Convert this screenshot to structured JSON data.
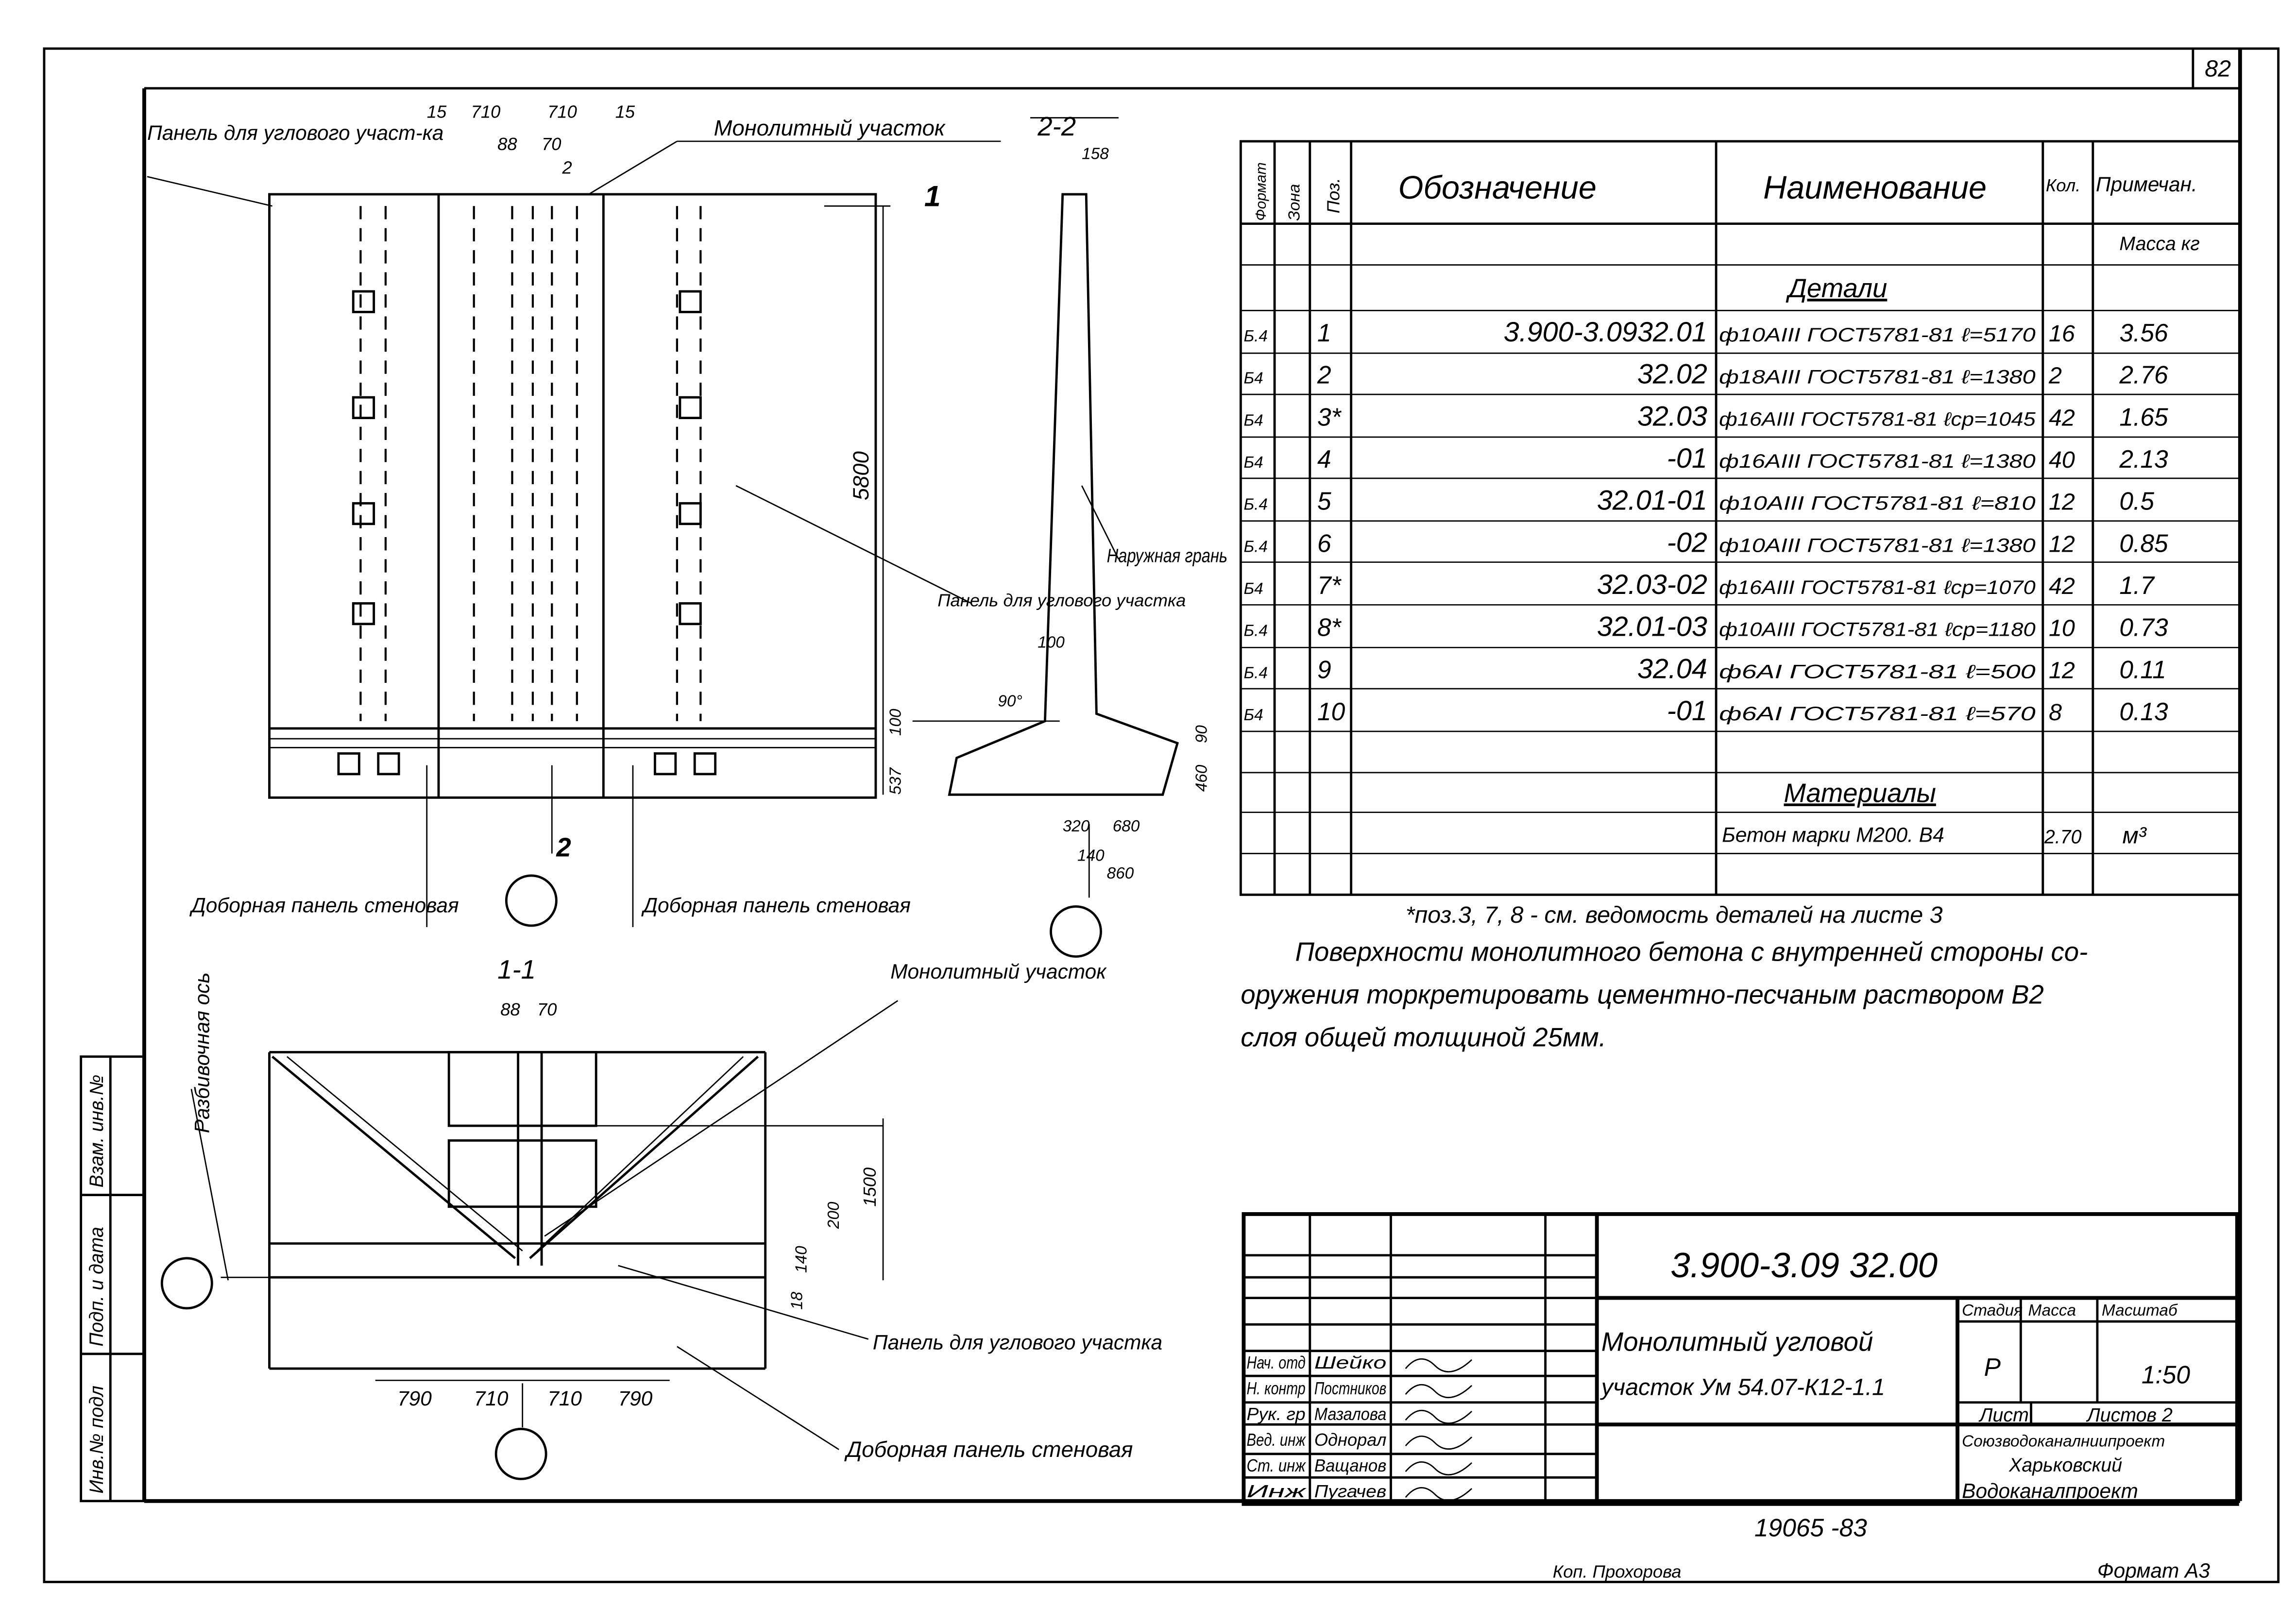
{
  "sheet_number": "82",
  "drawing": {
    "plan_labels": {
      "corner_panel": "Панель для углового участ-ка",
      "section_mark_1": "1",
      "monolithic": "Монолитный участок",
      "dims_top": [
        "15",
        "710",
        "710",
        "15"
      ],
      "dims_inner": [
        "88",
        "70"
      ],
      "dim_2": "2",
      "height_dim": "5800",
      "add_panel_left": "Доборная панель стеновая",
      "add_panel_right": "Доборная панель стеновая",
      "section_mark_2": "2"
    },
    "section_2_2": {
      "title": "2-2",
      "dim_top": "158",
      "outer_face": "Наружная грань",
      "corner_panel": "Панель для углового участка",
      "dim_100": "100",
      "angle": "90°",
      "dims_left": [
        "537",
        "100"
      ],
      "dims_right": [
        "90",
        "460"
      ],
      "dims_bottom": [
        "320",
        "680",
        "140",
        "860"
      ]
    },
    "section_1_1": {
      "title": "1-1",
      "dims_top": [
        "88",
        "70"
      ],
      "monolithic": "Монолитный участок",
      "axis": "Разбивочная ось",
      "dims_right": [
        "200",
        "1500",
        "140",
        "18"
      ],
      "corner_panel": "Панель для углового участка",
      "add_panel": "Доборная панель стеновая",
      "dims_bottom": [
        "790",
        "710",
        "710",
        "790"
      ]
    }
  },
  "spec_table": {
    "headers": [
      "Формат",
      "Зона",
      "Поз.",
      "Обозначение",
      "Наименование",
      "Кол.",
      "Примечан."
    ],
    "mass_unit": "Масса кг",
    "section_parts": "Детали",
    "rows": [
      {
        "format": "Б.4",
        "pos": "1",
        "designation": "3.900-3.0932.01",
        "name": "ф10АIII ГОСТ5781-81 ℓ=5170",
        "qty": "16",
        "note": "3.56"
      },
      {
        "format": "Б4",
        "pos": "2",
        "designation": "32.02",
        "name": "ф18АIII ГОСТ5781-81 ℓ=1380",
        "qty": "2",
        "note": "2.76"
      },
      {
        "format": "Б4",
        "pos": "3*",
        "designation": "32.03",
        "name": "ф16АIII ГОСТ5781-81 ℓср=1045",
        "qty": "42",
        "note": "1.65"
      },
      {
        "format": "Б4",
        "pos": "4",
        "designation": "-01",
        "name": "ф16АIII ГОСТ5781-81 ℓ=1380",
        "qty": "40",
        "note": "2.13"
      },
      {
        "format": "Б.4",
        "pos": "5",
        "designation": "32.01-01",
        "name": "ф10АIII ГОСТ5781-81 ℓ=810",
        "qty": "12",
        "note": "0.5"
      },
      {
        "format": "Б.4",
        "pos": "6",
        "designation": "-02",
        "name": "ф10АIII ГОСТ5781-81 ℓ=1380",
        "qty": "12",
        "note": "0.85"
      },
      {
        "format": "Б4",
        "pos": "7*",
        "designation": "32.03-02",
        "name": "ф16АIII ГОСТ5781-81 ℓср=1070",
        "qty": "42",
        "note": "1.7"
      },
      {
        "format": "Б.4",
        "pos": "8*",
        "designation": "32.01-03",
        "name": "ф10АIII ГОСТ5781-81 ℓср=1180",
        "qty": "10",
        "note": "0.73"
      },
      {
        "format": "Б.4",
        "pos": "9",
        "designation": "32.04",
        "name": "ф6АI ГОСТ5781-81 ℓ=500",
        "qty": "12",
        "note": "0.11"
      },
      {
        "format": "Б4",
        "pos": "10",
        "designation": "-01",
        "name": "ф6АI ГОСТ5781-81 ℓ=570",
        "qty": "8",
        "note": "0.13"
      }
    ],
    "section_materials": "Материалы",
    "material": {
      "name": "Бетон марки М200. В4",
      "qty": "2.70",
      "note": "м³"
    }
  },
  "notes": {
    "footnote": "*поз.3, 7, 8 - см. ведомость деталей на листе 3",
    "line1": "Поверхности монолитного бетона с внутренней стороны со-",
    "line2": "оружения торкретировать цементно-песчаным раствором В2",
    "line3": "слоя общей толщиной 25мм."
  },
  "title_block": {
    "code": "3.900-3.09 32.00",
    "title_line1": "Монолитный угловой",
    "title_line2": "участок Ум 54.07-К12-1.1",
    "stage_label": "Стадия",
    "mass_label": "Масса",
    "scale_label": "Масштаб",
    "stage": "Р",
    "scale": "1:50",
    "sheet_label": "Лист",
    "sheets_label": "Листов 2",
    "org_line1": "Союзводоканалниипроект",
    "org_line2": "Харьковский",
    "org_line3": "Водоканалпроект",
    "signers": [
      {
        "role": "Нач. отд",
        "name": "Шейко"
      },
      {
        "role": "Н. контр",
        "name": "Постников"
      },
      {
        "role": "Рук. гр",
        "name": "Мазалова"
      },
      {
        "role": "Вед. инж",
        "name": "Однорал"
      },
      {
        "role": "Ст. инж",
        "name": "Ващанов"
      },
      {
        "role": "Инж",
        "name": "Пугачев"
      }
    ]
  },
  "stamp_column": [
    "Инв.№ подл",
    "Подп. и дата",
    "Взам. инв.№"
  ],
  "inventory_number": "19065 -83",
  "copied_by": "Коп. Прохорова",
  "format": "Формат А3"
}
